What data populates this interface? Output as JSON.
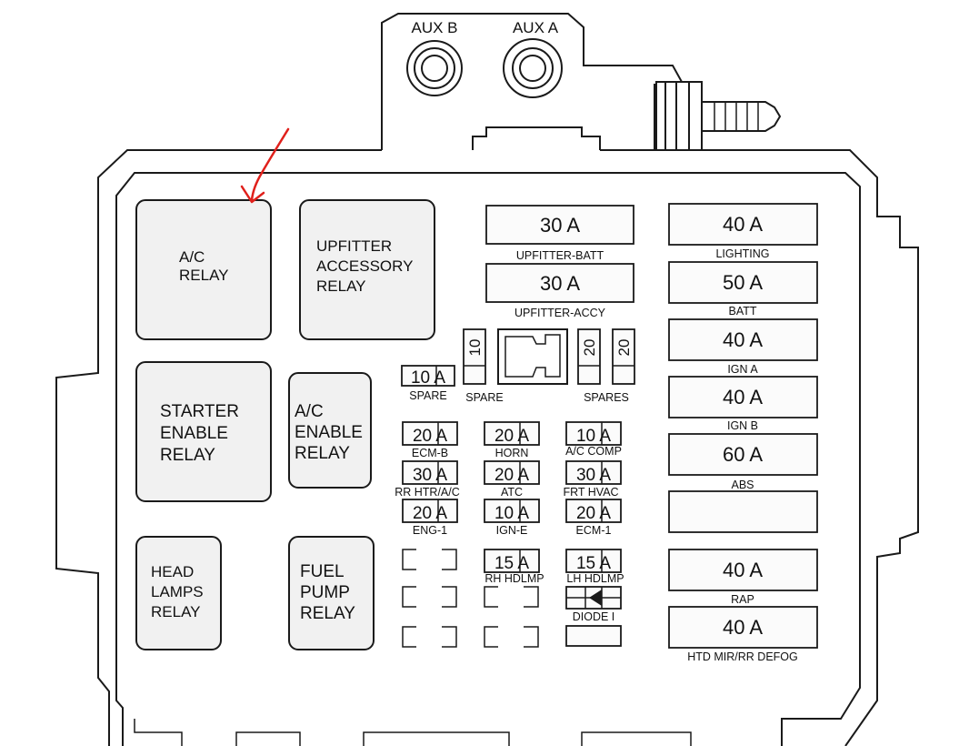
{
  "terminals": {
    "aux_b": "AUX B",
    "aux_a": "AUX A"
  },
  "relays": {
    "ac_relay": [
      "A/C",
      "RELAY"
    ],
    "upfitter_accessory_relay": [
      "UPFITTER",
      "ACCESSORY",
      "RELAY"
    ],
    "starter_enable_relay": [
      "STARTER",
      "ENABLE",
      "RELAY"
    ],
    "ac_enable_relay": [
      "A/C",
      "ENABLE",
      "RELAY"
    ],
    "head_lamps_relay": [
      "HEAD",
      "LAMPS",
      "RELAY"
    ],
    "fuel_pump_relay": [
      "FUEL",
      "PUMP",
      "RELAY"
    ]
  },
  "maxi_fuses_middle": [
    {
      "rating": "30 A",
      "label": "UPFITTER-BATT"
    },
    {
      "rating": "30 A",
      "label": "UPFITTER-ACCY"
    }
  ],
  "maxi_fuses_right": [
    {
      "rating": "40 A",
      "label": "LIGHTING"
    },
    {
      "rating": "50 A",
      "label": "BATT"
    },
    {
      "rating": "40 A",
      "label": "IGN A"
    },
    {
      "rating": "40 A",
      "label": "IGN B"
    },
    {
      "rating": "60 A",
      "label": "ABS"
    },
    {
      "rating": "",
      "label": ""
    },
    {
      "rating": "40 A",
      "label": "RAP"
    },
    {
      "rating": "40 A",
      "label": "HTD MIR/RR DEFOG"
    }
  ],
  "spare_fuses": {
    "spare_10a": "10 A",
    "spare_label_1": "SPARE",
    "spare_vertical": "10",
    "spare_label_2": "SPARE",
    "spares_20_1": "20",
    "spares_20_2": "20",
    "spares_label": "SPARES"
  },
  "mini_fuses": [
    {
      "rating": "20 A",
      "label": "ECM-B"
    },
    {
      "rating": "20 A",
      "label": "HORN"
    },
    {
      "rating": "10 A",
      "label": "A/C COMP"
    },
    {
      "rating": "30 A",
      "label": "RR HTR/A/C"
    },
    {
      "rating": "20 A",
      "label": "ATC"
    },
    {
      "rating": "30 A",
      "label": "FRT HVAC"
    },
    {
      "rating": "20 A",
      "label": "ENG-1"
    },
    {
      "rating": "10 A",
      "label": "IGN-E"
    },
    {
      "rating": "20 A",
      "label": "ECM-1"
    },
    {
      "rating": "15 A",
      "label": "RH HDLMP"
    },
    {
      "rating": "15 A",
      "label": "LH HDLMP"
    }
  ],
  "diode": {
    "label": "DIODE I"
  },
  "colors": {
    "annotation_arrow": "#e0201b",
    "outline": "#1a1a1a"
  }
}
